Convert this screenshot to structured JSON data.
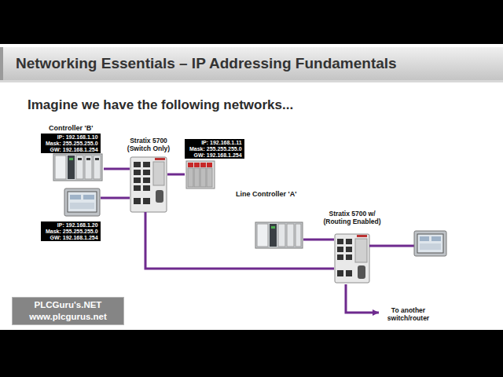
{
  "diagram": {
    "title": "Networking Essentials – IP Addressing Fundamentals",
    "nodes": [
      {
        "text": [
          "Controller 'B'",
          "IP: 192.168.1.10",
          "Mask: 255.255.255.0",
          "GW: 192.168.1.254"
        ]
      },
      {
        "text": [
          "Stratix 5700 (Switch Only)"
        ]
      },
      {
        "text": [
          "IP: 192.168.1.11",
          "Mask: 255.255.255.0",
          "GW: 192.168.1.254"
        ]
      },
      {
        "text": [
          "IP: 192.168.1.20",
          "Mask: 255.255.255.0",
          "GW: 192.168.1.254"
        ]
      },
      {
        "text": [
          "Line Controller 'A'"
        ]
      },
      {
        "text": [
          "Stratix 5700 w/ (Routing Enabled)"
        ]
      },
      {
        "text": [
          "To another switch/router"
        ]
      },
      {
        "text": [
          "PLCGuru's.NET",
          "www.plcgurus.net"
        ]
      }
    ],
    "edges": [
      {
        "from": 0,
        "to": 1,
        "arrow": "none"
      },
      {
        "from": 1,
        "to": 2,
        "arrow": "none"
      },
      {
        "from": 3,
        "to": 1,
        "arrow": "none"
      },
      {
        "from": 1,
        "to": 5,
        "arrow": "none"
      },
      {
        "from": 4,
        "to": 5,
        "arrow": "none"
      },
      {
        "from": 5,
        "to": 6,
        "arrow": "to"
      }
    ],
    "labels": [
      "Imagine we have the following networks..."
    ]
  }
}
